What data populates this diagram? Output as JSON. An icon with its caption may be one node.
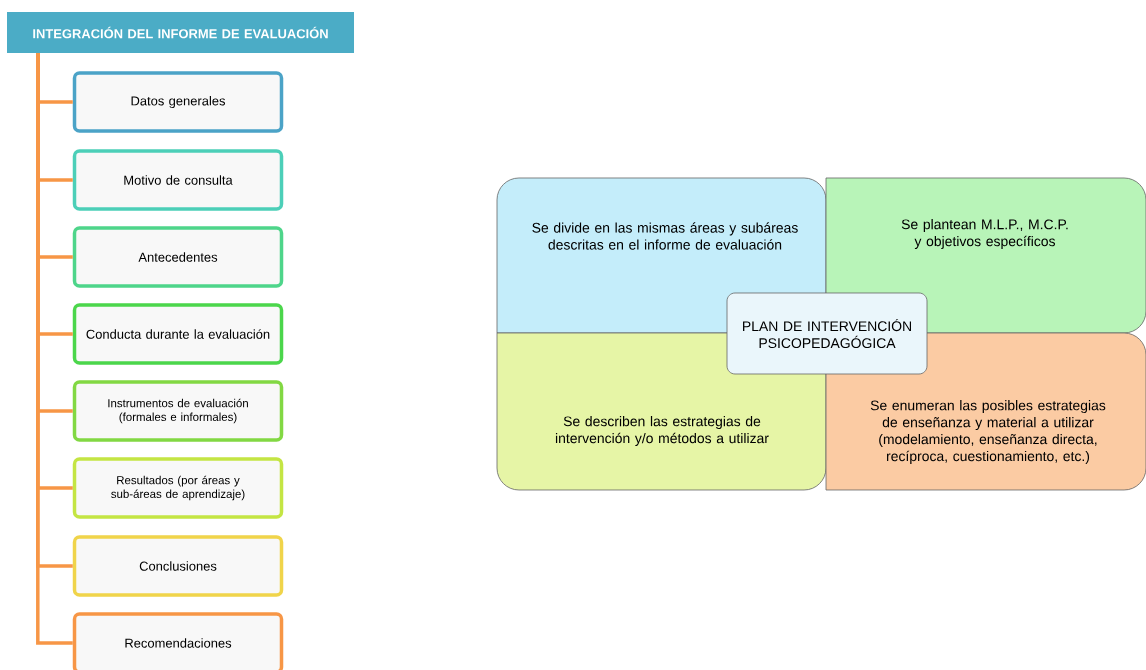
{
  "diagram": {
    "nodes": [
      {
        "text": [
          "INTEGRACIÓN DEL INFORME DE EVALUACIÓN"
        ]
      },
      {
        "text": [
          "Datos generales"
        ]
      },
      {
        "text": [
          "Motivo de consulta"
        ]
      },
      {
        "text": [
          "Antecedentes"
        ]
      },
      {
        "text": [
          "Conducta durante la evaluación"
        ]
      },
      {
        "text": [
          "Instrumentos de evaluación (formales e informales)"
        ]
      },
      {
        "text": [
          "Resultados (por áreas y sub-áreas de aprendizaje)"
        ]
      },
      {
        "text": [
          "Conclusiones"
        ]
      },
      {
        "text": [
          "Recomendaciones"
        ]
      },
      {
        "text": [
          "Se divide en las mismas áreas y subáreas descritas en el informe de evaluación"
        ]
      },
      {
        "text": [
          "Se plantean M.L.P.,  M.C.P.  y objetivos específicos"
        ]
      },
      {
        "text": [
          "Se describen las estrategias de intervención y/o métodos a utilizar"
        ]
      },
      {
        "text": [
          "Se enumeran las posibles estrategias de enseñanza y material a utilizar (modelamiento, enseñanza directa, recíproca, cuestionamiento, etc.)"
        ]
      },
      {
        "text": [
          "PLAN DE INTERVENCIÓN PSICOPEDAGÓGICA"
        ]
      }
    ],
    "edges": [
      {
        "from": 0,
        "to": 1,
        "arrow": "none"
      },
      {
        "from": 0,
        "to": 2,
        "arrow": "none"
      },
      {
        "from": 0,
        "to": 3,
        "arrow": "none"
      },
      {
        "from": 0,
        "to": 4,
        "arrow": "none"
      },
      {
        "from": 0,
        "to": 5,
        "arrow": "none"
      },
      {
        "from": 0,
        "to": 6,
        "arrow": "none"
      },
      {
        "from": 0,
        "to": 7,
        "arrow": "none"
      },
      {
        "from": 0,
        "to": 8,
        "arrow": "none"
      }
    ]
  }
}
